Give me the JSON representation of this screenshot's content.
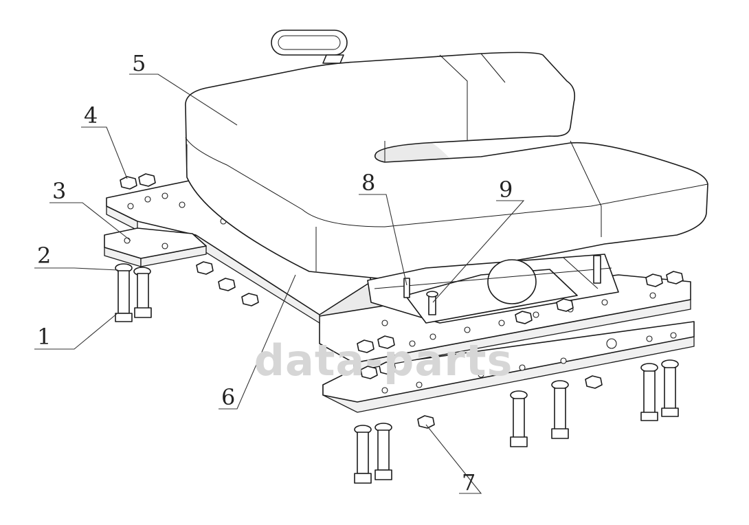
{
  "diagram": {
    "callouts": [
      {
        "id": "1",
        "label": "1"
      },
      {
        "id": "2",
        "label": "2"
      },
      {
        "id": "3",
        "label": "3"
      },
      {
        "id": "4",
        "label": "4"
      },
      {
        "id": "5",
        "label": "5"
      },
      {
        "id": "6",
        "label": "6"
      },
      {
        "id": "7",
        "label": "7"
      },
      {
        "id": "8",
        "label": "8"
      },
      {
        "id": "9",
        "label": "9"
      }
    ],
    "watermark": {
      "text": "data-parts",
      "logo": "dp-logo-icon"
    },
    "colors": {
      "line": "#1a1a1a",
      "watermark": "#d6d6d6",
      "background": "#ffffff"
    }
  }
}
